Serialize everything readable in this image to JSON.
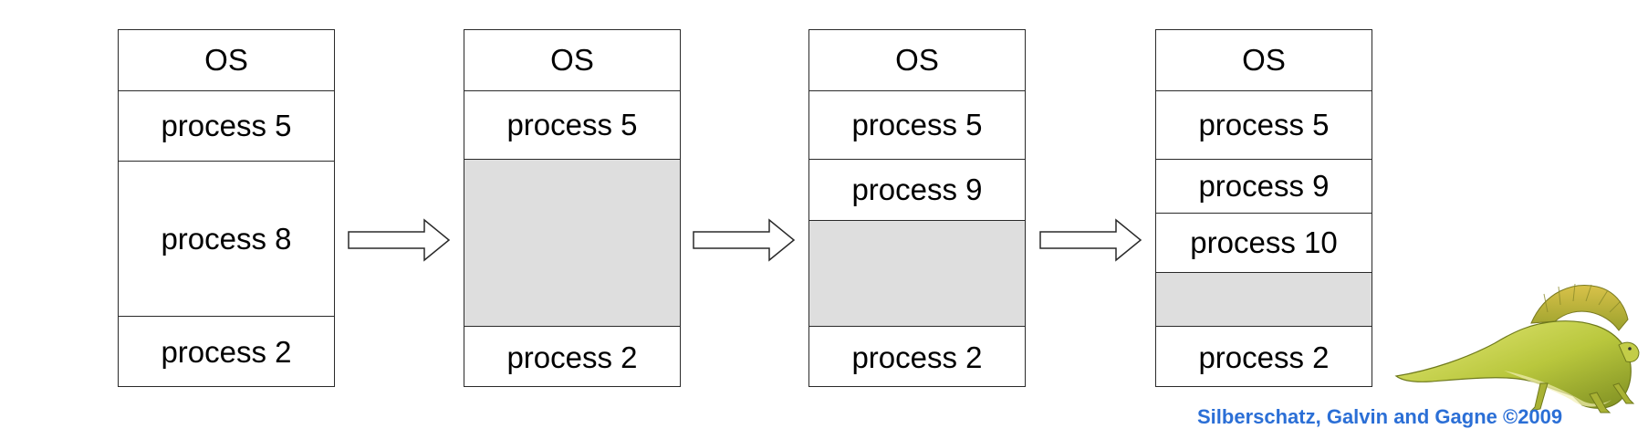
{
  "diagram": {
    "columns": [
      {
        "segments": [
          {
            "label": "OS",
            "kind": "os"
          },
          {
            "label": "process 5",
            "kind": "process"
          },
          {
            "label": "process 8",
            "kind": "process"
          },
          {
            "label": "process 2",
            "kind": "process"
          }
        ]
      },
      {
        "segments": [
          {
            "label": "OS",
            "kind": "os"
          },
          {
            "label": "process 5",
            "kind": "process"
          },
          {
            "label": "",
            "kind": "hole"
          },
          {
            "label": "process 2",
            "kind": "process"
          }
        ]
      },
      {
        "segments": [
          {
            "label": "OS",
            "kind": "os"
          },
          {
            "label": "process 5",
            "kind": "process"
          },
          {
            "label": "process 9",
            "kind": "process"
          },
          {
            "label": "",
            "kind": "hole"
          },
          {
            "label": "process 2",
            "kind": "process"
          }
        ]
      },
      {
        "segments": [
          {
            "label": "OS",
            "kind": "os"
          },
          {
            "label": "process 5",
            "kind": "process"
          },
          {
            "label": "process 9",
            "kind": "process"
          },
          {
            "label": "process 10",
            "kind": "process"
          },
          {
            "label": "",
            "kind": "hole"
          },
          {
            "label": "process 2",
            "kind": "process"
          }
        ]
      }
    ],
    "transition_arrows": 3,
    "colors": {
      "border": "#2a2a2a",
      "hole_fill": "#dedede",
      "text": "#000000",
      "copyright_text": "#2b6fd6"
    }
  },
  "footer": {
    "logo_icon": "dinosaur-logo-icon",
    "copyright": "Silberschatz, Galvin and Gagne ©2009"
  }
}
